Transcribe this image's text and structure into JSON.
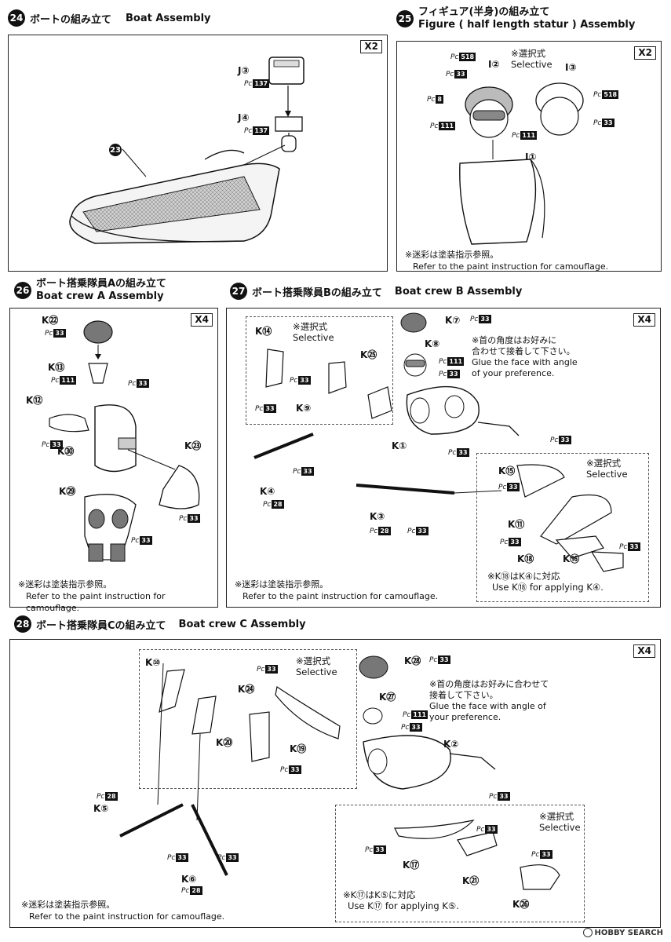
{
  "steps": [
    {
      "num": "24",
      "title_ja": "ボートの組み立て",
      "title_en": "Boat Assembly",
      "multiplier": "X2"
    },
    {
      "num": "25",
      "title_ja": "フィギュア(半身)の組み立て",
      "title_en": "Figure ( half length statur ) Assembly",
      "multiplier": "X2",
      "note_ja": "※迷彩は塗装指示参照。",
      "note_en": "Refer to the paint instruction for camouflage.",
      "selective_ja": "※選択式",
      "selective_en": "Selective"
    },
    {
      "num": "26",
      "title_ja": "ボート搭乗隊員Aの組み立て",
      "title_en": "Boat crew A Assembly",
      "multiplier": "X4",
      "note_ja": "※迷彩は塗装指示参照。",
      "note_en": "Refer to the paint instruction for camouflage."
    },
    {
      "num": "27",
      "title_ja": "ボート搭乗隊員Bの組み立て",
      "title_en": "Boat crew B Assembly",
      "multiplier": "X4",
      "note_ja": "※迷彩は塗装指示参照。",
      "note_en": "Refer to the paint instruction for camouflage.",
      "selective_ja": "※選択式",
      "selective_en": "Selective",
      "angle_ja1": "※首の角度はお好みに",
      "angle_ja2": "合わせて接着して下さい。",
      "angle_en1": "Glue the face with angle",
      "angle_en2": "of your preference.",
      "apply_ja": "※K⑱はK④に対応",
      "apply_en": "Use K⑱ for applying K④."
    },
    {
      "num": "28",
      "title_ja": "ボート搭乗隊員Cの組み立て",
      "title_en": "Boat crew C Assembly",
      "multiplier": "X4",
      "note_ja": "※迷彩は塗装指示参照。",
      "note_en": "Refer to the paint instruction for camouflage.",
      "selective_ja": "※選択式",
      "selective_en": "Selective",
      "angle_ja1": "※首の角度はお好みに合わせて",
      "angle_ja2": "接着して下さい。",
      "angle_en1": "Glue the face with angle of",
      "angle_en2": "your preference.",
      "apply_ja": "※K⑰はK⑤に対応",
      "apply_en": "Use K⑰ for applying K⑤."
    }
  ],
  "parts24": {
    "p23": "23",
    "j3": "J③",
    "j4": "J④",
    "pc137a": "137",
    "pc137b": "137"
  },
  "parts25": {
    "i1": "I①",
    "i2": "I②",
    "i3": "I③",
    "c518a": "518",
    "c518b": "518",
    "c33a": "33",
    "c33b": "33",
    "c8": "8",
    "c111a": "111",
    "c111b": "111"
  },
  "parts26": {
    "k22": "K㉒",
    "k13": "K⑬",
    "k12": "K⑫",
    "k30": "K㉚",
    "k23": "K㉓",
    "k29": "K㉙",
    "c33": "33",
    "c111": "111"
  },
  "parts27": {
    "k14": "K⑭",
    "k9": "K⑨",
    "k25": "K㉕",
    "k7": "K⑦",
    "k8": "K⑧",
    "k1": "K①",
    "k4": "K④",
    "k3": "K③",
    "k15": "K⑮",
    "k11": "K⑪",
    "k18": "K⑱",
    "k16": "K⑯",
    "c33": "33",
    "c111": "111",
    "c28": "28"
  },
  "parts28": {
    "k10": "K⑩",
    "k20": "K⑳",
    "k24": "K㉔",
    "k19": "K⑲",
    "k28": "K㉘",
    "k27": "K㉗",
    "k2": "K②",
    "k5": "K⑤",
    "k6": "K⑥",
    "k17": "K⑰",
    "k21": "K㉑",
    "k26": "K㉖",
    "c33": "33",
    "c111": "111",
    "c28": "28"
  },
  "pc_prefix": "Pc",
  "watermark": "HOBBY SEARCH",
  "colors": {
    "ink": "#111111",
    "hatch": "#777777"
  }
}
